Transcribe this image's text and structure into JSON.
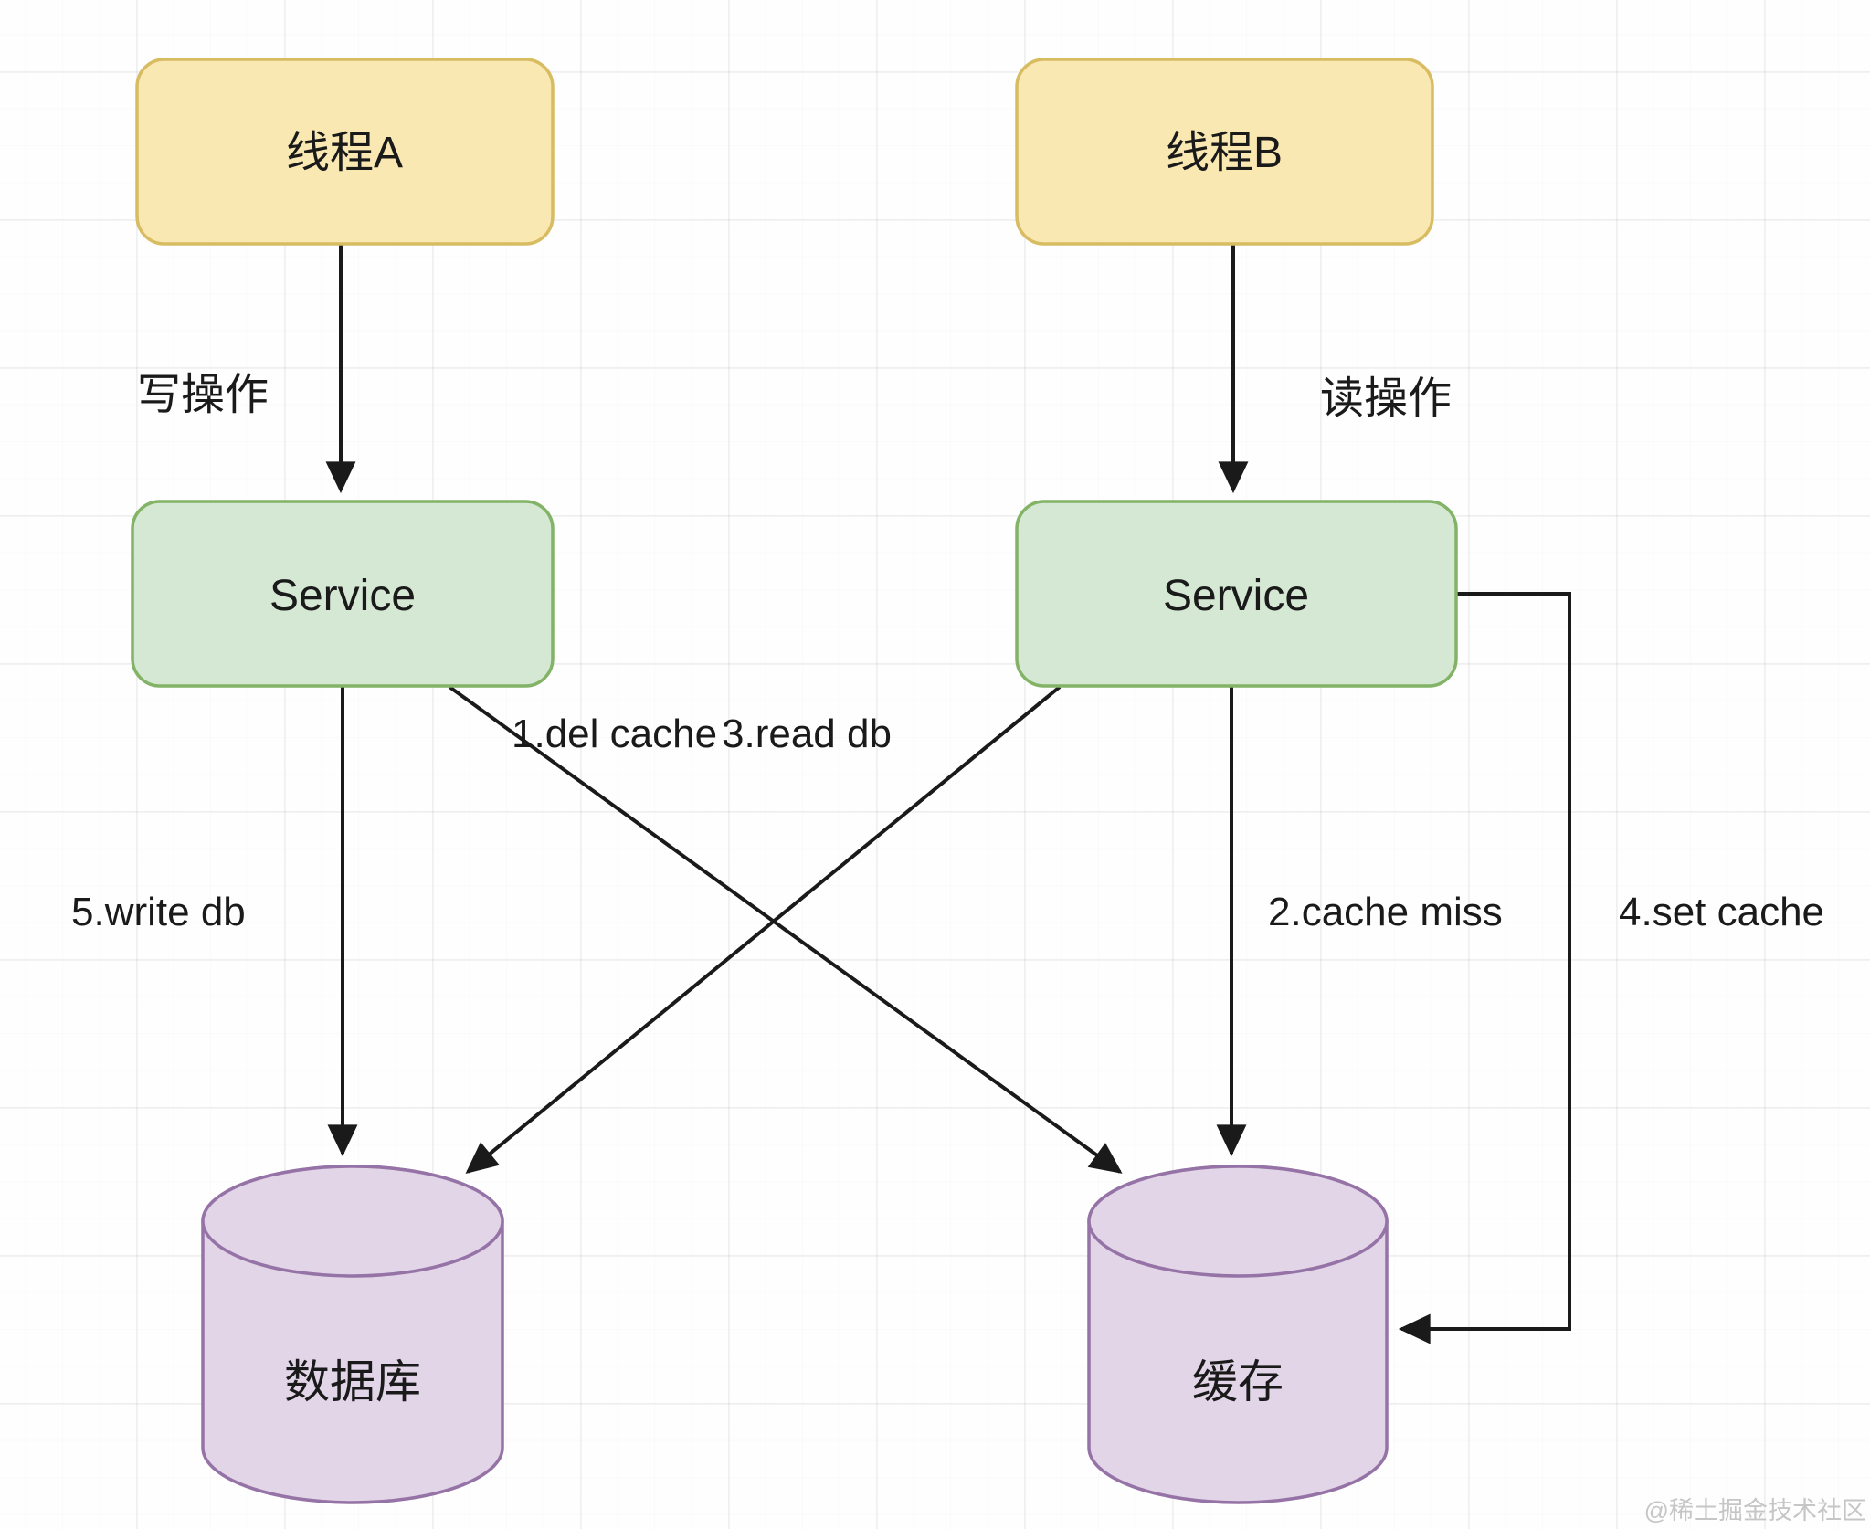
{
  "diagram": {
    "title_hint": "cache-db-consistency-flow",
    "nodes": {
      "thread_a": {
        "label": "线程A"
      },
      "thread_b": {
        "label": "线程B"
      },
      "service_a": {
        "label": "Service"
      },
      "service_b": {
        "label": "Service"
      },
      "database": {
        "label": "数据库"
      },
      "cache": {
        "label": "缓存"
      }
    },
    "edges": {
      "write_op": {
        "label": "写操作",
        "from": "thread_a",
        "to": "service_a"
      },
      "read_op": {
        "label": "读操作",
        "from": "thread_b",
        "to": "service_b"
      },
      "del_cache": {
        "label": "1.del cache",
        "from": "service_a",
        "to": "cache"
      },
      "cache_miss": {
        "label": "2.cache miss",
        "from": "service_b",
        "to": "cache"
      },
      "read_db": {
        "label": "3.read db",
        "from": "service_b",
        "to": "database"
      },
      "set_cache": {
        "label": "4.set cache",
        "from": "service_b",
        "to": "cache"
      },
      "write_db": {
        "label": "5.write db",
        "from": "service_a",
        "to": "database"
      }
    },
    "colors": {
      "thread_fill": "#FAE8B2",
      "thread_stroke": "#D8BC62",
      "service_fill": "#D5E8D4",
      "service_stroke": "#82B366",
      "store_fill": "#E1D5E7",
      "store_stroke": "#9673A6",
      "edge": "#1A1A1A",
      "text": "#1A1A1A",
      "watermark": "#C6C6C6"
    },
    "watermark": "@稀土掘金技术社区"
  }
}
